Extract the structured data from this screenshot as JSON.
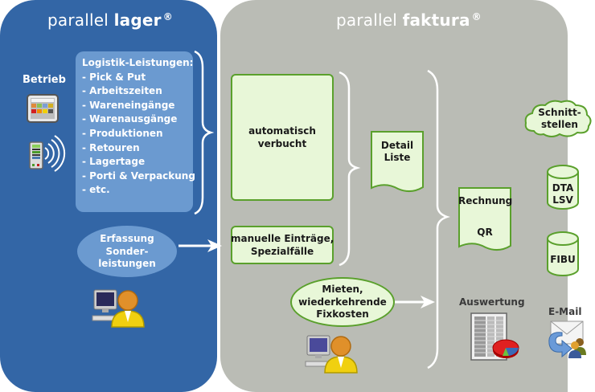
{
  "panels": {
    "lager": {
      "title_light": "parallel",
      "title_bold": "lager",
      "title_mark": "®",
      "color": "#3366a6"
    },
    "faktura": {
      "title_light": "parallel",
      "title_bold": "faktura",
      "title_mark": "®",
      "color": "#babcb5"
    }
  },
  "lager": {
    "betrieb_label": "Betrieb",
    "betrieb_icons": [
      "touchscreen-terminal-icon",
      "handheld-scanner-wireless-icon"
    ],
    "logistik": {
      "heading": "Logistik-Leistungen:",
      "items": [
        "- Pick & Put",
        "- Arbeitszeiten",
        "- Wareneingänge",
        "- Warenausgänge",
        "- Produktionen",
        "- Retouren",
        "- Lagertage",
        "- Porti & Verpackung",
        "- etc."
      ]
    },
    "erfassung": {
      "line1": "Erfassung",
      "line2": "Sonder-",
      "line3": "leistungen"
    },
    "user_icon": "computer-user-icon"
  },
  "faktura": {
    "auto": {
      "line1": "automatisch",
      "line2": "verbucht"
    },
    "manuell": {
      "line1": "manuelle Einträge,",
      "line2": "Spezialfälle"
    },
    "detail": {
      "line1": "Detail",
      "line2": "Liste"
    },
    "mieten": {
      "line1": "Mieten,",
      "line2": "wiederkehrende",
      "line3": "Fixkosten"
    },
    "rechnung": {
      "line1": "Rechnung",
      "line2": "QR"
    },
    "auswertung_label": "Auswertung",
    "user_icon": "computer-user-icon"
  },
  "outputs": {
    "schnittstellen": {
      "line1": "Schnitt-",
      "line2": "stellen"
    },
    "dta": {
      "line1": "DTA",
      "line2": "LSV"
    },
    "fibu": {
      "line1": "FIBU"
    },
    "email_label": "E-Mail"
  },
  "colors": {
    "green_border": "#5aa02c",
    "green_fill": "#e8f7d8",
    "light_blue": "#6b9ad0"
  }
}
